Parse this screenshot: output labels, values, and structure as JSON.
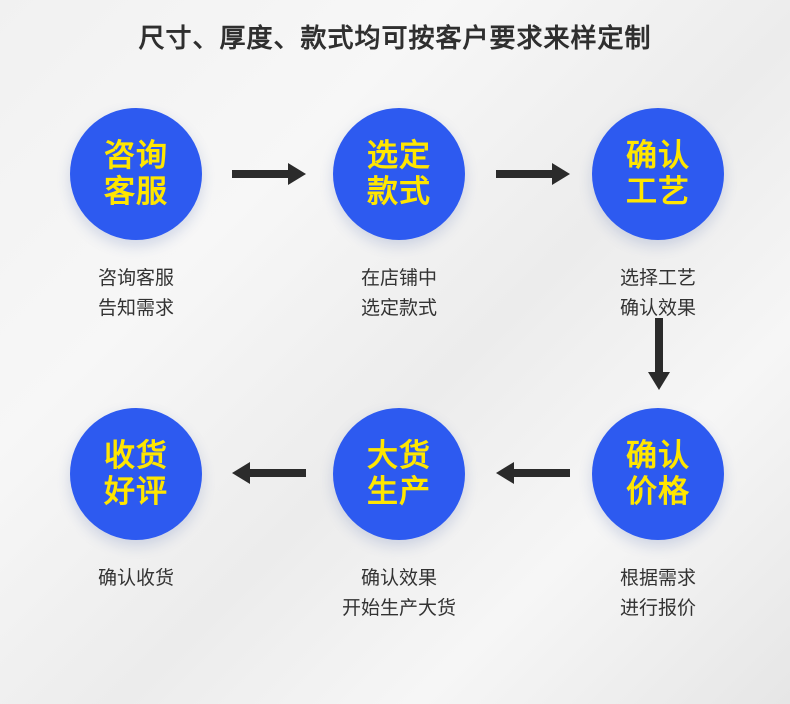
{
  "title": "尺寸、厚度、款式均可按客户要求来样定制",
  "colors": {
    "circle": "#2d5af0",
    "circle_text": "#ffe600",
    "arrow": "#2b2b2b",
    "text": "#333333"
  },
  "steps": [
    {
      "title_line1": "咨询",
      "title_line2": "客服",
      "desc_line1": "咨询客服",
      "desc_line2": "告知需求"
    },
    {
      "title_line1": "选定",
      "title_line2": "款式",
      "desc_line1": "在店铺中",
      "desc_line2": "选定款式"
    },
    {
      "title_line1": "确认",
      "title_line2": "工艺",
      "desc_line1": "选择工艺",
      "desc_line2": "确认效果"
    },
    {
      "title_line1": "确认",
      "title_line2": "价格",
      "desc_line1": "根据需求",
      "desc_line2": "进行报价"
    },
    {
      "title_line1": "大货",
      "title_line2": "生产",
      "desc_line1": "确认效果",
      "desc_line2": "开始生产大货"
    },
    {
      "title_line1": "收货",
      "title_line2": "好评",
      "desc_line1": "确认收货",
      "desc_line2": ""
    }
  ]
}
